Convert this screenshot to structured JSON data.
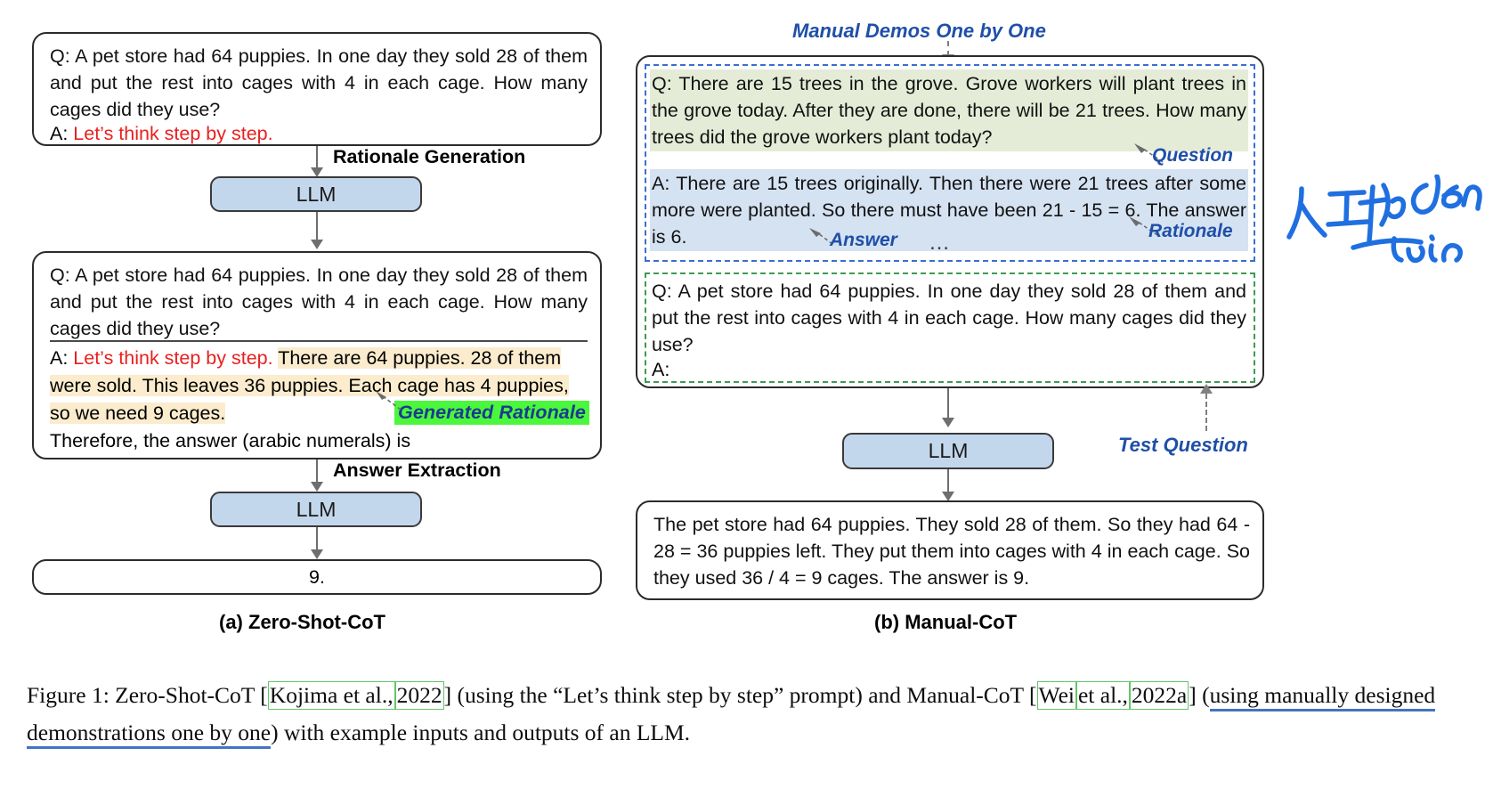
{
  "figure": {
    "panel_a": {
      "subcaption": "(a) Zero-Shot-CoT",
      "input_box": {
        "question": "Q: A pet store had 64 puppies. In one day they sold 28 of them and put the rest into cages with 4 in each cage. How many cages did they use?",
        "answer_prefix": "A: ",
        "prompt": "Let’s think step by step."
      },
      "stage1_label": "Rationale Generation",
      "llm1_label": "LLM",
      "middle_box": {
        "question": "Q: A pet store had 64 puppies. In one day they sold 28 of them and put the rest into cages with 4 in each cage. How many cages did they use?",
        "answer_prefix": "A: ",
        "prompt": "Let’s think step by step.",
        "rationale": "There are 64 puppies. 28 of them were sold. This leaves 36 puppies. Each cage has 4 puppies, so we need 9 cages.",
        "rationale_badge": "Generated Rationale",
        "trigger": "Therefore, the answer (arabic numerals) is"
      },
      "stage2_label": "Answer Extraction",
      "llm2_label": "LLM",
      "output_box": "9."
    },
    "panel_b": {
      "subcaption": "(b) Manual-CoT",
      "top_annotation": "Manual Demos One by One",
      "demo": {
        "question": "Q: There are 15 trees in the grove. Grove workers will plant trees in the grove today. After they are done, there will be 21 trees. How many trees did the grove workers plant today?",
        "answer": "A: There are 15 trees originally. Then there were 21 trees after some more were planted. So there must have been 21 - 15 = 6. The answer is 6.",
        "ellipsis": "…",
        "label_question": "Question",
        "label_answer": "Answer",
        "label_rationale": "Rationale"
      },
      "test": {
        "question": "Q: A pet store had 64 puppies. In one day they sold 28 of them and put the rest into cages with 4 in each cage. How many cages did they use?",
        "answer_prefix": "A:",
        "label": "Test Question"
      },
      "llm_label": "LLM",
      "output_box": "The pet store had 64 puppies. They sold 28 of them. So they had 64 - 28 = 36 puppies left. They put them into cages with 4 in each cage. So they used 36 / 4 = 9 cages. The answer is 9."
    },
    "handwritten_note": "人工标 demo -tion",
    "caption": {
      "prefix": "Figure 1: Zero-Shot-CoT [",
      "cite1a": "Kojima et al.,",
      "cite1b": "2022",
      "mid1": "] (using the “Let’s think step by step” prompt) and Manual-CoT [",
      "cite2a": "Wei",
      "cite2b": "et al.,",
      "cite2c": "2022a",
      "mid2": "] (",
      "underlined": "using manually designed demonstrations one by one",
      "suffix": ") with example inputs and outputs of an LLM."
    },
    "colors": {
      "llm_fill": "#c3d7ec",
      "prompt_red": "#e8201f",
      "rationale_highlight": "#fbecce",
      "badge_highlight": "#4bf73c",
      "question_highlight": "#e4ecd7",
      "answer_highlight": "#d5e2f2",
      "annotation_blue": "#1f4fa8",
      "demo_frame": "#3a6fd0",
      "test_frame": "#3e9b52",
      "cite_frame": "#63c665",
      "caption_underline": "#4472c4",
      "ink_blue": "#1f6fe0"
    }
  }
}
